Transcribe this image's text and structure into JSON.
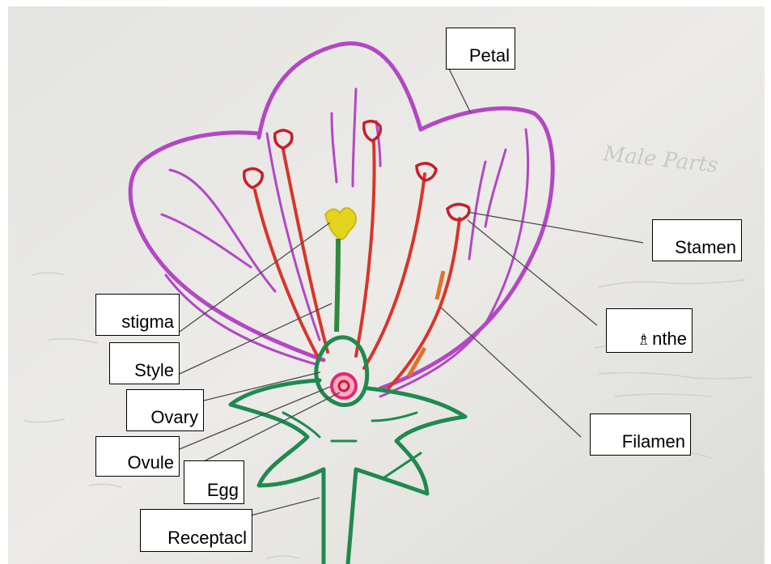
{
  "colors": {
    "petal": "#b347c4",
    "stamen": "#d8352a",
    "anther": "#c81e2a",
    "stigma": "#e3d41e",
    "style": "#2e8b3c",
    "ovary": "#1f8a4f",
    "ovule": "#e02a6e",
    "receptacle": "#1f8a4f",
    "leader_line": "#4a4a4a",
    "paper": "#e9e9e6"
  },
  "labels": {
    "petal": "Petal",
    "stamen": "Stamen",
    "anther": "nthe",
    "anther_glyph": "♗",
    "filament": "Filamen",
    "stigma": "stigma",
    "style": "Style",
    "ovary": "Ovary",
    "ovule": "Ovule",
    "egg": "Egg",
    "receptacle": "Receptacl"
  },
  "background_notes": {
    "male_parts": "Male Parts"
  }
}
